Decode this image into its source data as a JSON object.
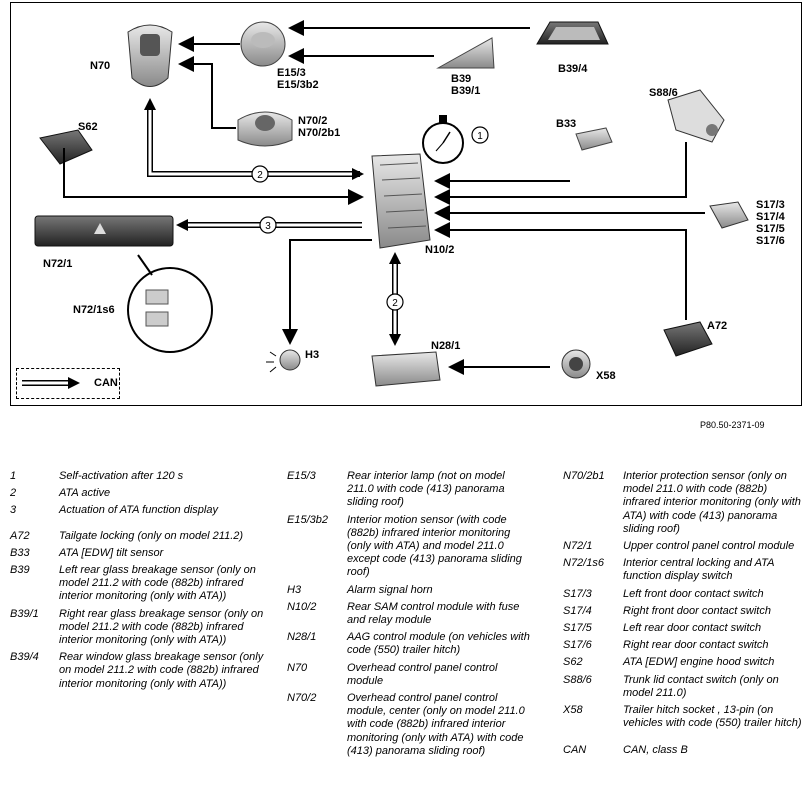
{
  "diagram": {
    "labels": {
      "n70": "N70",
      "e15": "E15/3\nE15/3b2",
      "b39": "B39\nB39/1",
      "b394": "B39/4",
      "s62": "S62",
      "n702": "N70/2\nN70/2b1",
      "b33": "B33",
      "s886": "S88/6",
      "s17": "S17/3\nS17/4\nS17/5\nS17/6",
      "n721": "N72/1",
      "n721s6": "N72/1s6",
      "n102": "N10/2",
      "n281": "N28/1",
      "a72": "A72",
      "h3": "H3",
      "x58": "X58",
      "can": "CAN"
    },
    "badges": [
      "1",
      "2",
      "3",
      "2"
    ],
    "reference": "P80.50-2371-09"
  },
  "legend": {
    "col1": [
      {
        "code": "1",
        "desc": "Self-activation after 120 s"
      },
      {
        "code": "2",
        "desc": "ATA active"
      },
      {
        "code": "3",
        "desc": "Actuation of ATA function display"
      },
      {
        "code": "A72",
        "desc": "Tailgate locking (only on model 211.2)"
      },
      {
        "code": "B33",
        "desc": "ATA [EDW] tilt sensor"
      },
      {
        "code": "B39",
        "desc": "Left rear glass breakage sensor (only on model 211.2 with code (882b) infrared interior monitoring (only with ATA))"
      },
      {
        "code": "B39/1",
        "desc": "Right rear glass breakage sensor (only on model 211.2 with code (882b) infrared interior monitoring (only with ATA))"
      },
      {
        "code": "B39/4",
        "desc": "Rear window glass breakage sensor (only on model 211.2 with code (882b) infrared interior monitoring (only with ATA))"
      }
    ],
    "col2": [
      {
        "code": "E15/3",
        "desc": "Rear interior lamp (not on model 211.0 with code (413) panorama sliding roof)"
      },
      {
        "code": "E15/3b2",
        "desc": "Interior motion sensor (with code (882b) infrared interior monitoring (only with ATA) and model 211.0 except code (413) panorama sliding roof)"
      },
      {
        "code": "H3",
        "desc": "Alarm signal horn"
      },
      {
        "code": "N10/2",
        "desc": "Rear SAM control module with fuse and relay module"
      },
      {
        "code": "N28/1",
        "desc": "AAG control module (on vehicles with code (550) trailer hitch)"
      },
      {
        "code": "N70",
        "desc": "Overhead control panel control module"
      },
      {
        "code": "N70/2",
        "desc": "Overhead control panel control module, center (only on model 211.0 with code (882b) infrared interior monitoring (only with ATA) with code (413) panorama sliding roof)"
      }
    ],
    "col3": [
      {
        "code": "N70/2b1",
        "desc": "Interior protection sensor (only on model 211.0 with code (882b) infrared interior monitoring (only with ATA) with code (413) panorama sliding roof)"
      },
      {
        "code": "N72/1",
        "desc": "Upper control panel control module"
      },
      {
        "code": "N72/1s6",
        "desc": "Interior central locking and ATA function display switch"
      },
      {
        "code": "S17/3",
        "desc": "Left front door contact switch"
      },
      {
        "code": "S17/4",
        "desc": "Right front door contact switch"
      },
      {
        "code": "S17/5",
        "desc": "Left rear door contact switch"
      },
      {
        "code": "S17/6",
        "desc": "Right rear door contact switch"
      },
      {
        "code": "S62",
        "desc": "ATA [EDW] engine hood switch"
      },
      {
        "code": "S88/6",
        "desc": "Trunk lid contact switch (only on model 211.0)"
      },
      {
        "code": "X58",
        "desc": "Trailer hitch socket , 13-pin (on vehicles with code (550) trailer hitch)"
      },
      {
        "code": "CAN",
        "desc": "CAN, class B"
      }
    ]
  }
}
